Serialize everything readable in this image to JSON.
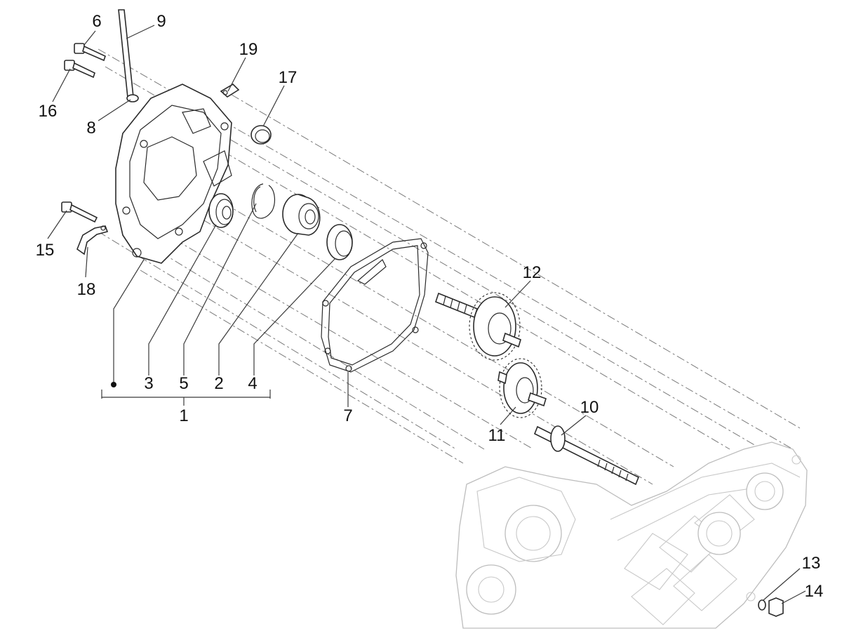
{
  "diagram": {
    "callouts": [
      {
        "id": "c6",
        "text": "6"
      },
      {
        "id": "c9",
        "text": "9"
      },
      {
        "id": "c19",
        "text": "19"
      },
      {
        "id": "c17",
        "text": "17"
      },
      {
        "id": "c16",
        "text": "16"
      },
      {
        "id": "c8",
        "text": "8"
      },
      {
        "id": "c15",
        "text": "15"
      },
      {
        "id": "c18",
        "text": "18"
      },
      {
        "id": "c3",
        "text": "3"
      },
      {
        "id": "c5",
        "text": "5"
      },
      {
        "id": "c2",
        "text": "2"
      },
      {
        "id": "c4",
        "text": "4"
      },
      {
        "id": "c1",
        "text": "1"
      },
      {
        "id": "c7",
        "text": "7"
      },
      {
        "id": "c12",
        "text": "12"
      },
      {
        "id": "c11",
        "text": "11"
      },
      {
        "id": "c10",
        "text": "10"
      },
      {
        "id": "c13",
        "text": "13"
      },
      {
        "id": "c14",
        "text": "14"
      }
    ],
    "colors": {
      "line": "#2a2a2a",
      "ghost": "#bdbdbd",
      "axis_dash": "#7a7a7a"
    }
  }
}
